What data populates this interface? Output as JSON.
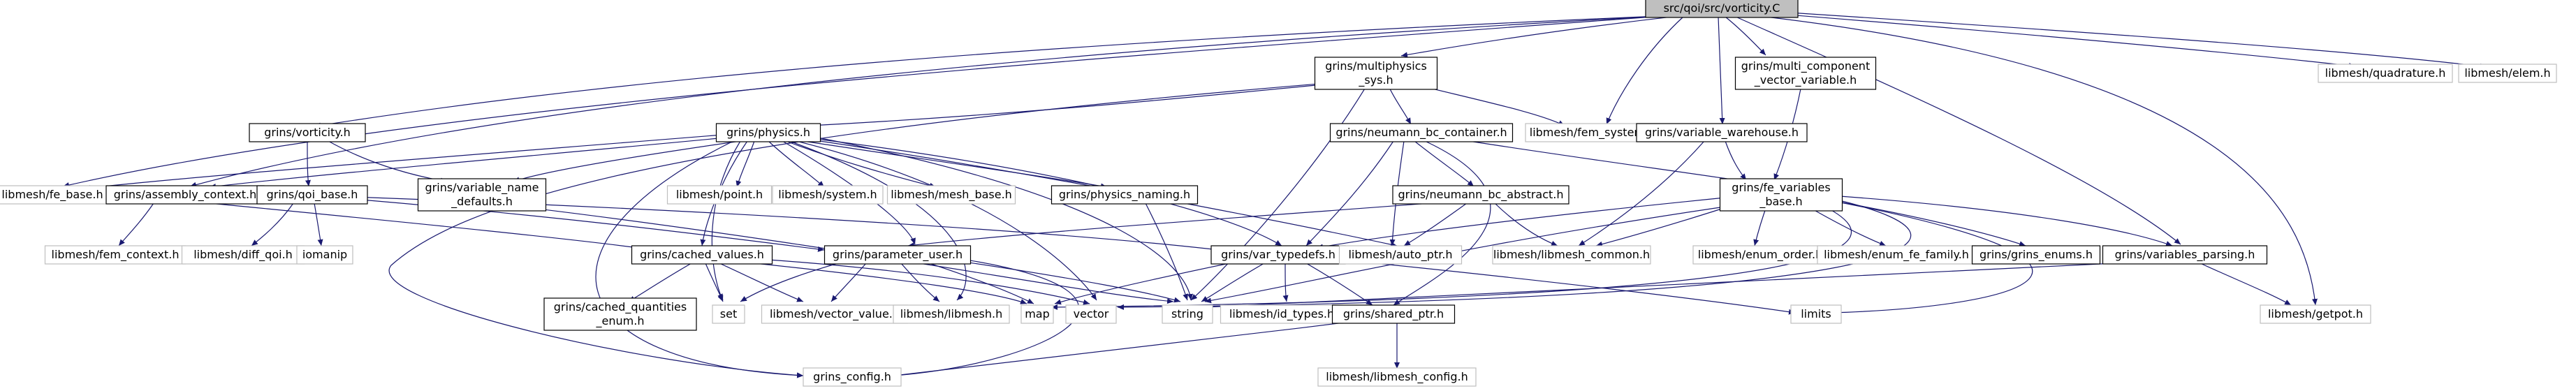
{
  "colors": {
    "edge": "#191970",
    "root_fill": "#bfbfbf",
    "ext_border": "#bfbfbf",
    "doc_border": "#000000"
  },
  "nodes": [
    {
      "id": "root",
      "kind": "root",
      "lines": [
        "src/qoi/src/vorticity.C"
      ]
    },
    {
      "id": "multiphysics",
      "kind": "doc",
      "lines": [
        "grins/multiphysics",
        "_sys.h"
      ]
    },
    {
      "id": "multicomp",
      "kind": "doc",
      "lines": [
        "grins/multi_component",
        "_vector_variable.h"
      ]
    },
    {
      "id": "quadrature",
      "kind": "ext",
      "lines": [
        "libmesh/quadrature.h"
      ]
    },
    {
      "id": "elem",
      "kind": "ext",
      "lines": [
        "libmesh/elem.h"
      ]
    },
    {
      "id": "vorticity_h",
      "kind": "doc",
      "lines": [
        "grins/vorticity.h"
      ]
    },
    {
      "id": "physics",
      "kind": "doc",
      "lines": [
        "grins/physics.h"
      ]
    },
    {
      "id": "nbc_container",
      "kind": "doc",
      "lines": [
        "grins/neumann_bc_container.h"
      ]
    },
    {
      "id": "fem_system",
      "kind": "ext",
      "lines": [
        "libmesh/fem_system.h"
      ]
    },
    {
      "id": "var_warehouse",
      "kind": "doc",
      "lines": [
        "grins/variable_warehouse.h"
      ]
    },
    {
      "id": "fe_base",
      "kind": "ext",
      "lines": [
        "libmesh/fe_base.h"
      ]
    },
    {
      "id": "assembly",
      "kind": "doc",
      "lines": [
        "grins/assembly_context.h"
      ]
    },
    {
      "id": "qoi_base",
      "kind": "doc",
      "lines": [
        "grins/qoi_base.h"
      ]
    },
    {
      "id": "var_name_defaults",
      "kind": "doc",
      "lines": [
        "grins/variable_name",
        "_defaults.h"
      ]
    },
    {
      "id": "point",
      "kind": "ext",
      "lines": [
        "libmesh/point.h"
      ]
    },
    {
      "id": "system",
      "kind": "ext",
      "lines": [
        "libmesh/system.h"
      ]
    },
    {
      "id": "mesh_base",
      "kind": "ext",
      "lines": [
        "libmesh/mesh_base.h"
      ]
    },
    {
      "id": "physics_naming",
      "kind": "doc",
      "lines": [
        "grins/physics_naming.h"
      ]
    },
    {
      "id": "nbc_abstract",
      "kind": "doc",
      "lines": [
        "grins/neumann_bc_abstract.h"
      ]
    },
    {
      "id": "fe_variables",
      "kind": "doc",
      "lines": [
        "grins/fe_variables",
        "_base.h"
      ]
    },
    {
      "id": "fem_context",
      "kind": "ext",
      "lines": [
        "libmesh/fem_context.h"
      ]
    },
    {
      "id": "diff_qoi",
      "kind": "ext",
      "lines": [
        "libmesh/diff_qoi.h"
      ]
    },
    {
      "id": "iomanip",
      "kind": "ext",
      "lines": [
        "iomanip"
      ]
    },
    {
      "id": "cached_values",
      "kind": "doc",
      "lines": [
        "grins/cached_values.h"
      ]
    },
    {
      "id": "param_user",
      "kind": "doc",
      "lines": [
        "grins/parameter_user.h"
      ]
    },
    {
      "id": "var_typedefs",
      "kind": "doc",
      "lines": [
        "grins/var_typedefs.h"
      ]
    },
    {
      "id": "auto_ptr",
      "kind": "ext",
      "lines": [
        "libmesh/auto_ptr.h"
      ]
    },
    {
      "id": "libmesh_common",
      "kind": "ext",
      "lines": [
        "libmesh/libmesh_common.h"
      ]
    },
    {
      "id": "enum_order",
      "kind": "ext",
      "lines": [
        "libmesh/enum_order.h"
      ]
    },
    {
      "id": "enum_fe_family",
      "kind": "ext",
      "lines": [
        "libmesh/enum_fe_family.h"
      ]
    },
    {
      "id": "grins_enums",
      "kind": "doc",
      "lines": [
        "grins/grins_enums.h"
      ]
    },
    {
      "id": "vars_parsing",
      "kind": "doc",
      "lines": [
        "grins/variables_parsing.h"
      ]
    },
    {
      "id": "cached_q_enum",
      "kind": "doc",
      "lines": [
        "grins/cached_quantities",
        "_enum.h"
      ]
    },
    {
      "id": "set",
      "kind": "ext",
      "lines": [
        "set"
      ]
    },
    {
      "id": "vector_value",
      "kind": "ext",
      "lines": [
        "libmesh/vector_value.h"
      ]
    },
    {
      "id": "libmesh_h",
      "kind": "ext",
      "lines": [
        "libmesh/libmesh.h"
      ]
    },
    {
      "id": "map",
      "kind": "ext",
      "lines": [
        "map"
      ]
    },
    {
      "id": "vector",
      "kind": "ext",
      "lines": [
        "vector"
      ]
    },
    {
      "id": "string",
      "kind": "ext",
      "lines": [
        "string"
      ]
    },
    {
      "id": "id_types",
      "kind": "ext",
      "lines": [
        "libmesh/id_types.h"
      ]
    },
    {
      "id": "shared_ptr",
      "kind": "doc",
      "lines": [
        "grins/shared_ptr.h"
      ]
    },
    {
      "id": "limits",
      "kind": "ext",
      "lines": [
        "limits"
      ]
    },
    {
      "id": "getpot",
      "kind": "ext",
      "lines": [
        "libmesh/getpot.h"
      ]
    },
    {
      "id": "grins_config",
      "kind": "ext",
      "lines": [
        "grins_config.h"
      ]
    },
    {
      "id": "libmesh_config",
      "kind": "ext",
      "lines": [
        "libmesh/libmesh_config.h"
      ]
    }
  ]
}
